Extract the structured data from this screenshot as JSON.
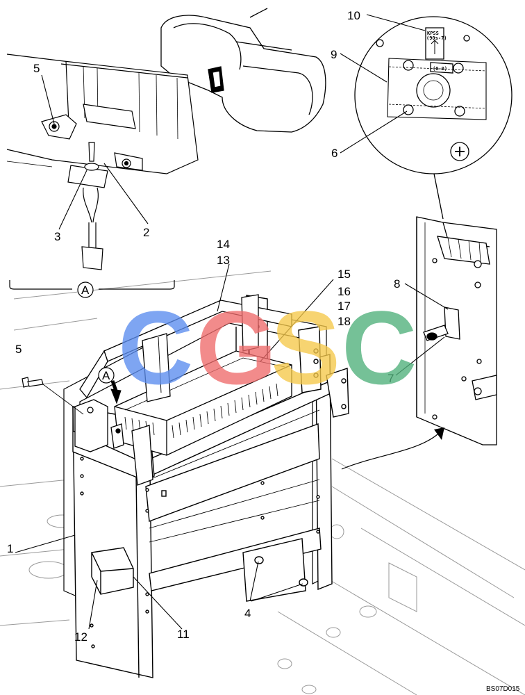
{
  "callouts": {
    "c1": "1",
    "c2": "2",
    "c3": "3",
    "c4": "4",
    "c5_top": "5",
    "c5_bottom": "5",
    "c6": "6",
    "c7": "7",
    "c8": "8",
    "c9": "9",
    "c10": "10",
    "c11": "11",
    "c12": "12",
    "c13": "13",
    "c14": "14",
    "c15": "15",
    "c16": "16",
    "c17": "17",
    "c18": "18"
  },
  "detail_marker": {
    "label_bottom": "A",
    "label_frame": "A"
  },
  "magnified_part": {
    "tag_title": "KPSS",
    "tag_sub": "(90s-7)",
    "tag_small": "(0-0)"
  },
  "drawing_code": "BS07D015",
  "watermark": {
    "letters": [
      "C",
      "G",
      "S",
      "C"
    ],
    "colors": [
      "#5b8def",
      "#ef6b6b",
      "#f5c84a",
      "#4fb07a"
    ]
  }
}
